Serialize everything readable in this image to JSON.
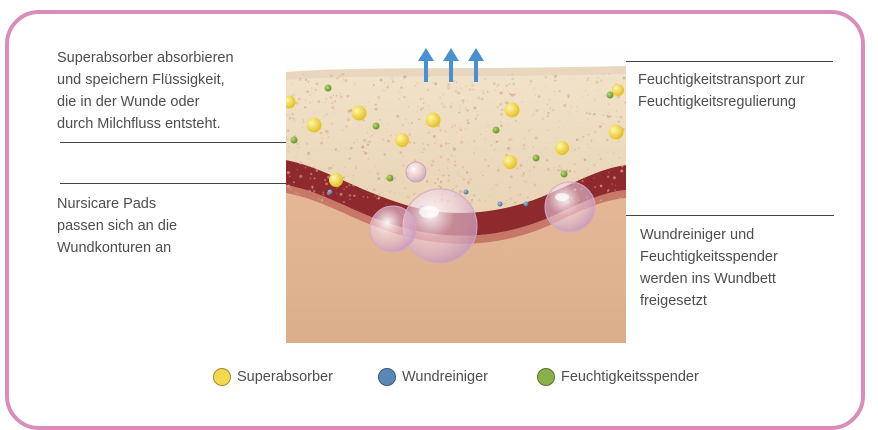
{
  "annotations": {
    "superabsorber_text": [
      "Superabsorber absorbieren",
      "und speichern Flüssigkeit,",
      "die in der Wunde oder",
      "durch Milchfluss entsteht."
    ],
    "pads_text": [
      "Nursicare Pads",
      "passen sich an die",
      "Wundkonturen an"
    ],
    "transport_text": [
      "Feuchtigkeitstransport zur",
      "Feuchtigkeitsregulierung"
    ],
    "release_text": [
      "Wundreiniger und",
      "Feuchtigkeitsspender",
      "werden ins Wundbett",
      "freigesetzt"
    ]
  },
  "legend": [
    {
      "label": "Superabsorber",
      "color": "#f2d94e"
    },
    {
      "label": "Wundreiniger",
      "color": "#5b87b8"
    },
    {
      "label": "Feuchtigkeitsspender",
      "color": "#8ab04a"
    }
  ],
  "colors": {
    "frame": "#d98db8",
    "pad": "#ecd9bd",
    "skin": "#e2b48f",
    "wound_edge": "#8e2a2e",
    "arrow": "#4a90d0"
  }
}
